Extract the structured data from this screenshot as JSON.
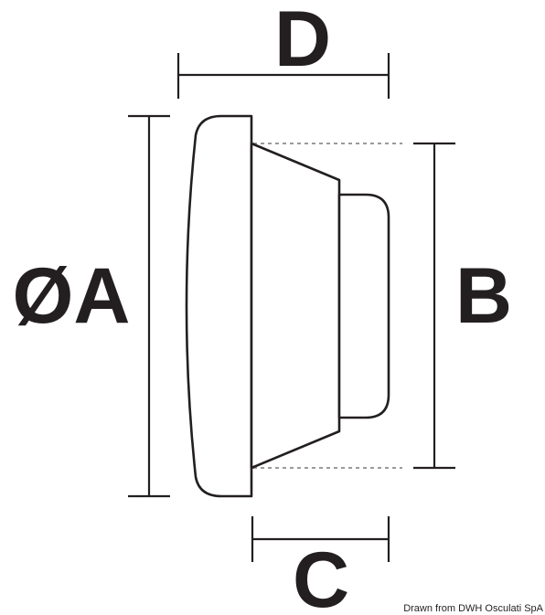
{
  "labels": {
    "d": "D",
    "a": "ØA",
    "b": "B",
    "c": "C"
  },
  "credit": "Drawn from DWH Osculati SpA",
  "colors": {
    "ink": "#231f20",
    "dashed_guide": "#9a9a9a",
    "background": "#ffffff"
  }
}
